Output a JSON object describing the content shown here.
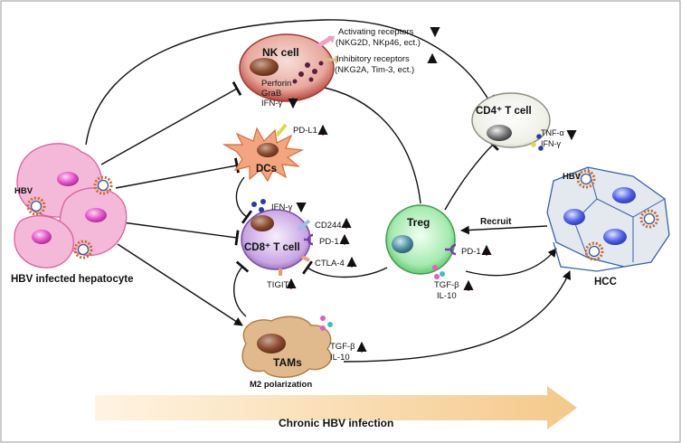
{
  "labels": {
    "hbv_left": "HBV",
    "hepatocyte": "HBV infected hepatocyte",
    "nk_cell": "NK cell",
    "perforin": "Perforin",
    "grab": "GraB",
    "nk_ifn": "IFN-γ",
    "activating_title": "Activating receptors",
    "activating_list": "(NKG2D, NKp46, ect.)",
    "inhibitory_title": "Inhibitory receptors",
    "inhibitory_list": "(NKG2A, Tim-3, ect.)",
    "pdl1": "PD-L1",
    "dcs": "DCs",
    "cd4_cell": "CD4⁺ T cell",
    "cd4_tnf": "TNF-α",
    "cd4_ifn": "IFN-γ",
    "cd8_ifn": "IFN-γ",
    "cd244": "CD244",
    "cd8_pd1": "PD-1",
    "cd8_cell": "CD8⁺ T cell",
    "ctla4": "CTLA-4",
    "tigit": "TIGIT",
    "treg": "Treg",
    "treg_pd1": "PD-1",
    "treg_tgf": "TGF-β",
    "treg_il10": "IL-10",
    "recruit": "Recruit",
    "hbv_right": "HBV",
    "hcc": "HCC",
    "tams": "TAMs",
    "tam_tgf": "TGF-β",
    "tam_il10": "IL-10",
    "m2": "M2 polarization",
    "chronic": "Chronic HBV infection"
  },
  "colors": {
    "up_arrow": "#e8401c",
    "down_arrow": "#2a2a8a",
    "nk_fill": "#c9544a",
    "dc_fill": "#f2a57e",
    "cd8_fill": "#b892d6",
    "treg_fill": "#7fdb8f",
    "cd4_fill": "#e6e9dd",
    "tam_fill": "#e0b98c",
    "hepatocyte_fill": "#f4b8d8",
    "hcc_fill": "#e4e8ef",
    "banner": "#f6d39a"
  }
}
